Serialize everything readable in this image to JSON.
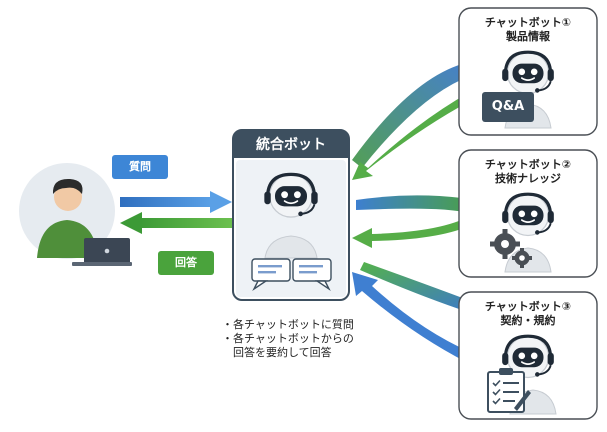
{
  "hub": {
    "title": "統合ボット"
  },
  "user_question_label": "質問",
  "answer_label": "回答",
  "notes": [
    "・各チャットボットに質問",
    "・各チャットボットからの",
    "回答を要約して回答"
  ],
  "bots": [
    {
      "title_line1": "チャットボット①",
      "title_line2": "製品情報",
      "badge": "Q&A"
    },
    {
      "title_line1": "チャットボット②",
      "title_line2": "技術ナレッジ"
    },
    {
      "title_line1": "チャットボット③",
      "title_line2": "契約・規約"
    }
  ],
  "colors": {
    "blue_arrow": "#3f7fd1",
    "green_arrow": "#5ab24a",
    "hub_header": "#3d4f5f",
    "tag_blue": "#3d86d6",
    "tag_green": "#4aa33c"
  }
}
